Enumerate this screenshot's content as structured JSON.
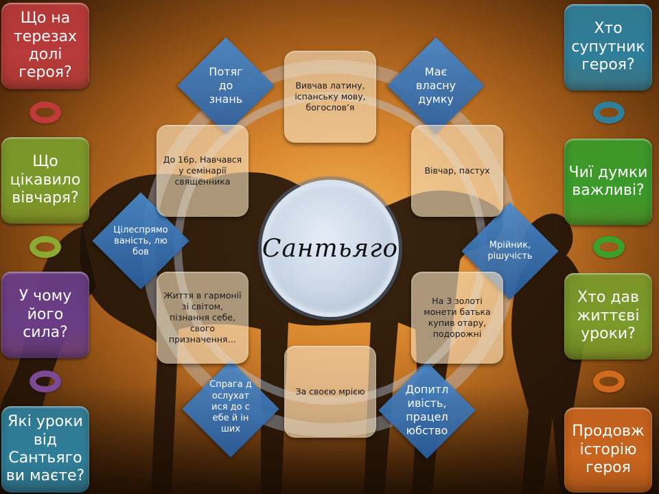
{
  "center": {
    "title": "Сантьяго"
  },
  "left_boxes": [
    {
      "text": "Що на терезах долі героя?",
      "color": "#b83a3a"
    },
    {
      "text": "Що цікавило вівчаря?",
      "color": "#7a9a2a"
    },
    {
      "text": "У чому його сила?",
      "color": "#6a3d86"
    },
    {
      "text": "Які уроки від Сантьяго ви маєте?",
      "color": "#2f7e9a"
    }
  ],
  "right_boxes": [
    {
      "text": "Хто супутник героя?",
      "color": "#2f7e9a"
    },
    {
      "text": "Чиї думки важливі?",
      "color": "#3a9a2a"
    },
    {
      "text": "Хто дав життєві уроки?",
      "color": "#7a9a2a"
    },
    {
      "text": "Продовж історію героя",
      "color": "#c8641e"
    }
  ],
  "left_rings": [
    "#c03a3a",
    "#8aaa30",
    "#7a4a96"
  ],
  "right_rings": [
    "#2f7e9a",
    "#3aa02a",
    "#d06a1e"
  ],
  "cards": [
    {
      "id": "top",
      "text": "Вивчав латину, іспанську мову, богослов’я"
    },
    {
      "id": "top-right",
      "text": "Вівчар, пастух"
    },
    {
      "id": "bottom-right",
      "text": "На 3 золоті монети батька купив отару, подорожні"
    },
    {
      "id": "bottom",
      "text": "За своєю мрією"
    },
    {
      "id": "bottom-left",
      "text": "Життя в гармонії зі світом, пізнання себе, свого призначення…"
    },
    {
      "id": "top-left",
      "text": "До 16р. Навчався у семінарії священника"
    }
  ],
  "diamonds": [
    {
      "id": "top-left",
      "text": "Потяг до знань"
    },
    {
      "id": "top-right",
      "text": "Має власну думку"
    },
    {
      "id": "right",
      "text": "Мрійник, рішучість"
    },
    {
      "id": "bottom-right",
      "text": "Допитливість, працелюбство"
    },
    {
      "id": "bottom-left",
      "text": "Спрага дослухатися до себе й інших"
    },
    {
      "id": "left",
      "text": "Цілеспрямованість, любов"
    }
  ]
}
